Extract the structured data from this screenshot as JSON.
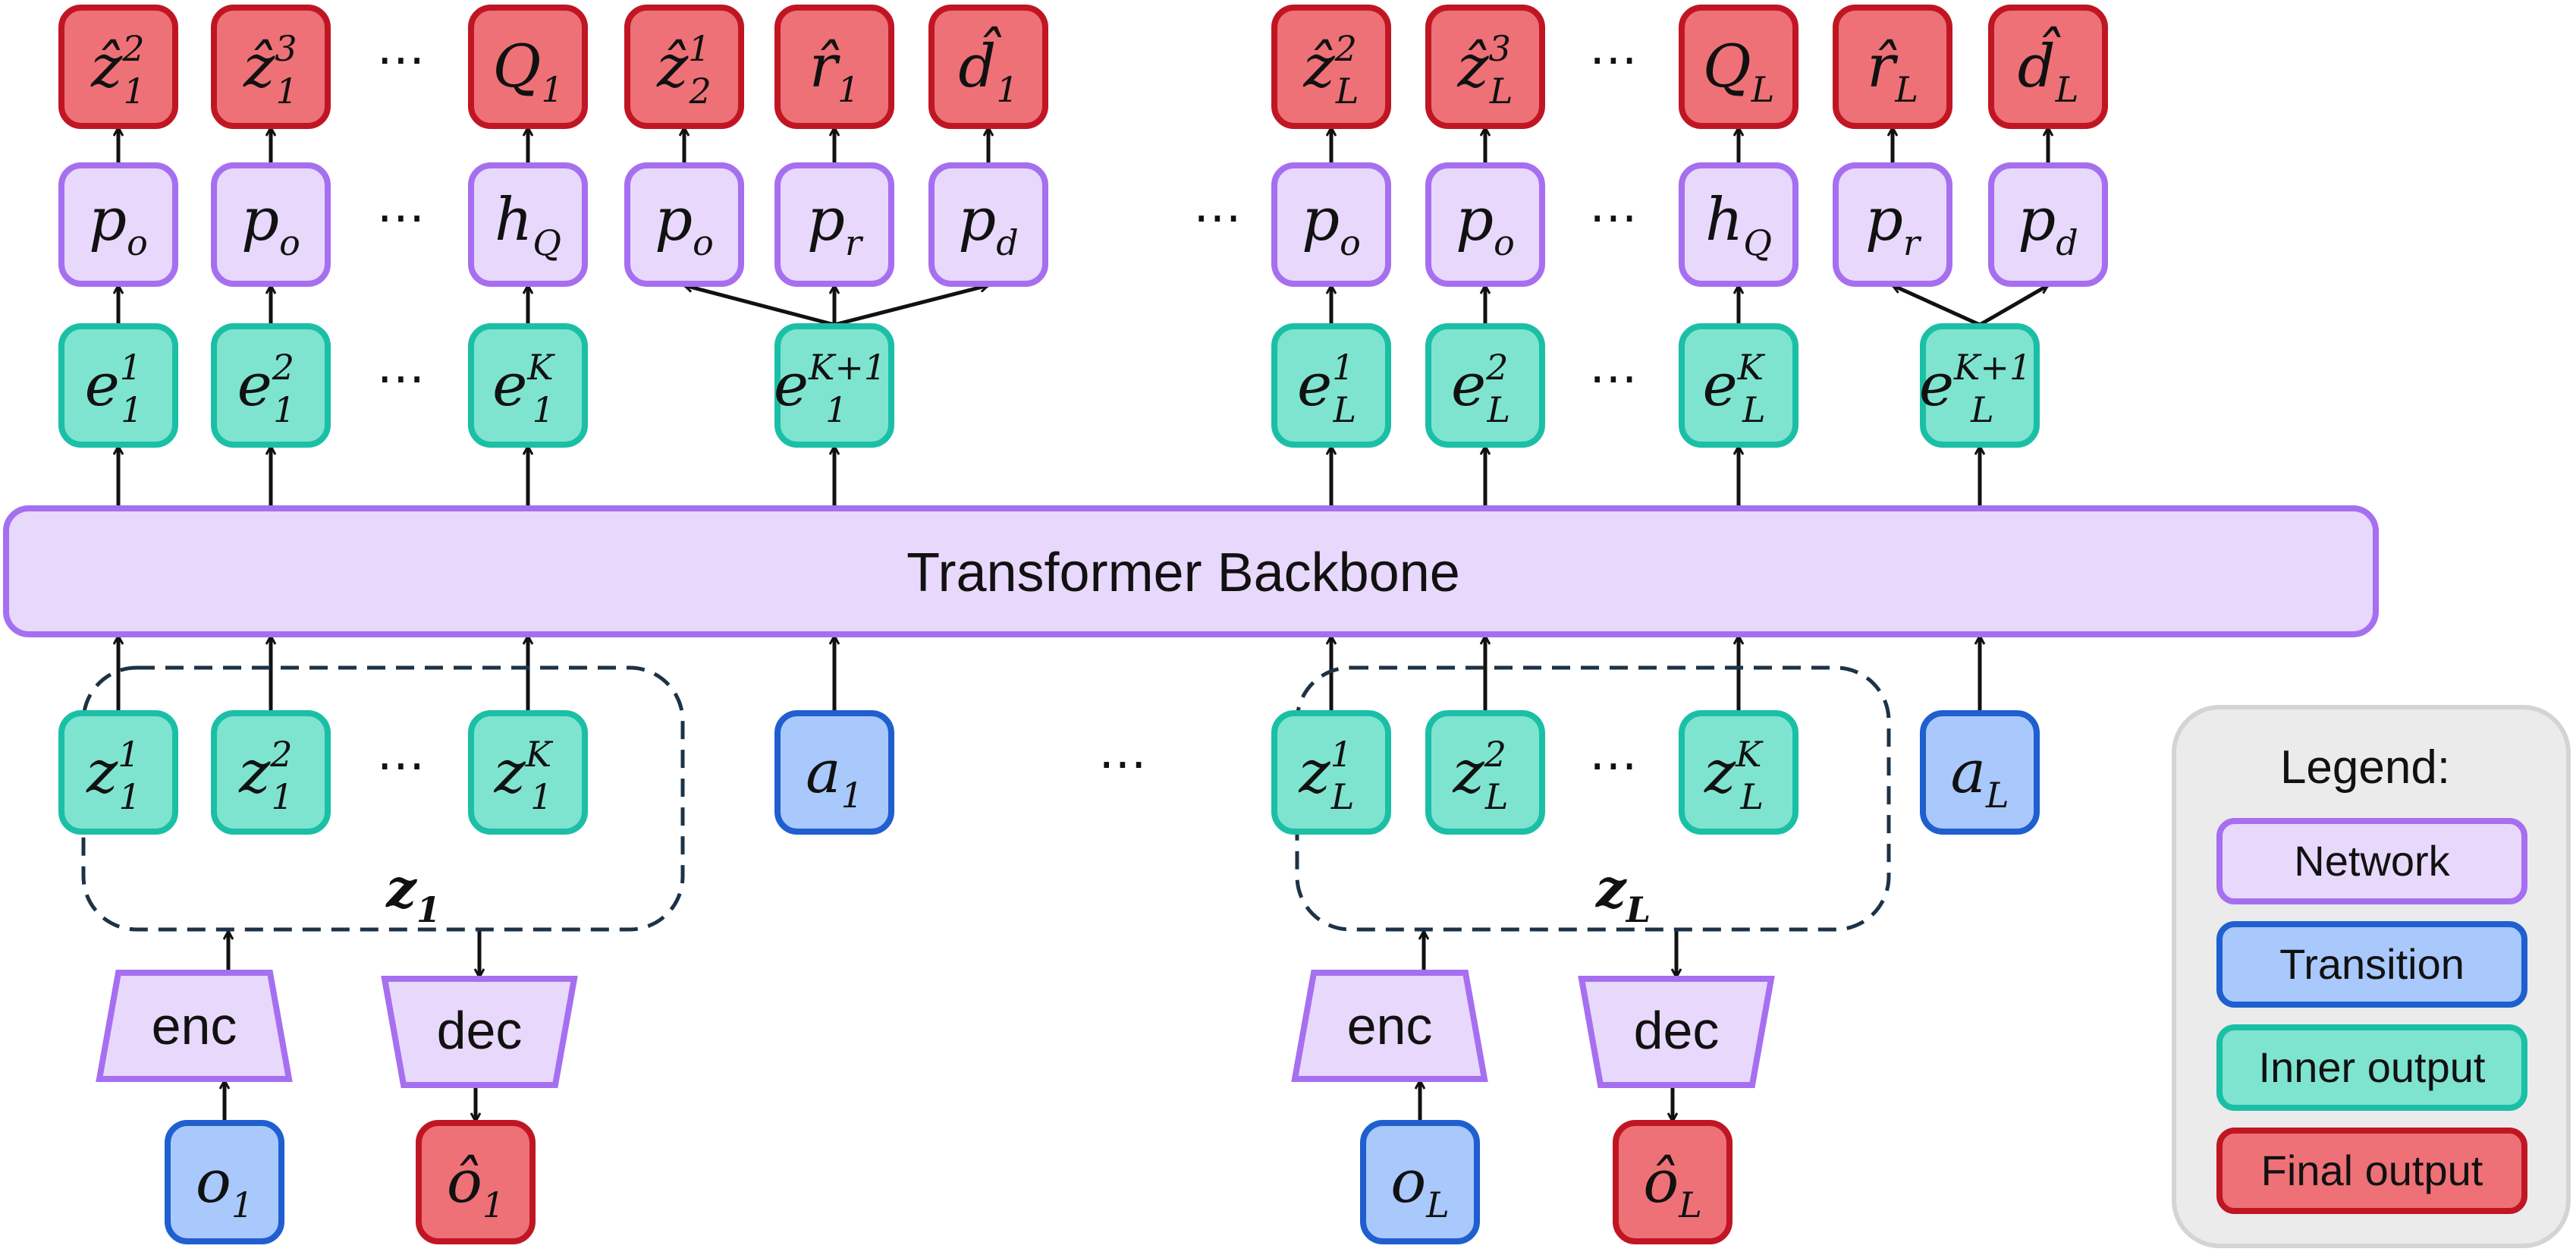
{
  "colors": {
    "network_fill": "#e8d8fb",
    "network_stroke": "#a66ff0",
    "transition_fill": "#a9c8fb",
    "transition_stroke": "#1f5fcf",
    "inner_fill": "#7ee4d0",
    "inner_stroke": "#1bbfa6",
    "final_fill": "#ee7177",
    "final_stroke": "#c01624",
    "legend_fill": "#ebebeb",
    "legend_stroke": "#d4d4d4",
    "line": "#111111",
    "dashed": "#1d3246"
  },
  "backbone_label": "Transformer Backbone",
  "ellipsis": "⋯",
  "legend": {
    "title": "Legend:",
    "items": [
      {
        "id": "network",
        "label": "Network"
      },
      {
        "id": "transition",
        "label": "Transition"
      },
      {
        "id": "inner",
        "label": "Inner output"
      },
      {
        "id": "final",
        "label": "Final output"
      }
    ]
  },
  "groups": [
    {
      "id": "1",
      "group_label": {
        "base": "z",
        "sub": "1"
      },
      "final_outputs": [
        {
          "base": "ẑ",
          "sub": "1",
          "sup": "2"
        },
        {
          "base": "ẑ",
          "sub": "1",
          "sup": "3"
        },
        {
          "base": "Q",
          "sub": "1",
          "sup": ""
        },
        {
          "base": "ẑ",
          "sub": "2",
          "sup": "1"
        },
        {
          "base": "r̂",
          "sub": "1",
          "sup": ""
        },
        {
          "base": "d̂",
          "sub": "1",
          "sup": ""
        }
      ],
      "heads": [
        {
          "base": "p",
          "sub": "o"
        },
        {
          "base": "p",
          "sub": "o"
        },
        {
          "base": "h",
          "sub": "Q"
        },
        {
          "base": "p",
          "sub": "o"
        },
        {
          "base": "p",
          "sub": "r"
        },
        {
          "base": "p",
          "sub": "d"
        }
      ],
      "embeddings": [
        {
          "base": "e",
          "sub": "1",
          "sup": "1"
        },
        {
          "base": "e",
          "sub": "1",
          "sup": "2"
        },
        {
          "base": "e",
          "sub": "1",
          "sup": "K"
        },
        {
          "base": "e",
          "sub": "1",
          "sup": "K+1"
        }
      ],
      "latents": [
        {
          "base": "z",
          "sub": "1",
          "sup": "1"
        },
        {
          "base": "z",
          "sub": "1",
          "sup": "2"
        },
        {
          "base": "z",
          "sub": "1",
          "sup": "K"
        }
      ],
      "action": {
        "base": "a",
        "sub": "1"
      },
      "encoder": "enc",
      "decoder": "dec",
      "observation": {
        "base": "o",
        "sub": "1"
      },
      "reconstruction": {
        "base": "ô",
        "sub": "1"
      }
    },
    {
      "id": "L",
      "group_label": {
        "base": "z",
        "sub": "L"
      },
      "final_outputs": [
        {
          "base": "ẑ",
          "sub": "L",
          "sup": "2"
        },
        {
          "base": "ẑ",
          "sub": "L",
          "sup": "3"
        },
        {
          "base": "Q",
          "sub": "L",
          "sup": ""
        },
        {
          "base": "r̂",
          "sub": "L",
          "sup": ""
        },
        {
          "base": "d̂",
          "sub": "L",
          "sup": ""
        }
      ],
      "heads": [
        {
          "base": "p",
          "sub": "o"
        },
        {
          "base": "p",
          "sub": "o"
        },
        {
          "base": "h",
          "sub": "Q"
        },
        {
          "base": "p",
          "sub": "r"
        },
        {
          "base": "p",
          "sub": "d"
        }
      ],
      "embeddings": [
        {
          "base": "e",
          "sub": "L",
          "sup": "1"
        },
        {
          "base": "e",
          "sub": "L",
          "sup": "2"
        },
        {
          "base": "e",
          "sub": "L",
          "sup": "K"
        },
        {
          "base": "e",
          "sub": "L",
          "sup": "K+1"
        }
      ],
      "latents": [
        {
          "base": "z",
          "sub": "L",
          "sup": "1"
        },
        {
          "base": "z",
          "sub": "L",
          "sup": "2"
        },
        {
          "base": "z",
          "sub": "L",
          "sup": "K"
        }
      ],
      "action": {
        "base": "a",
        "sub": "L"
      },
      "encoder": "enc",
      "decoder": "dec",
      "observation": {
        "base": "o",
        "sub": "L"
      },
      "reconstruction": {
        "base": "ô",
        "sub": "L"
      }
    }
  ]
}
